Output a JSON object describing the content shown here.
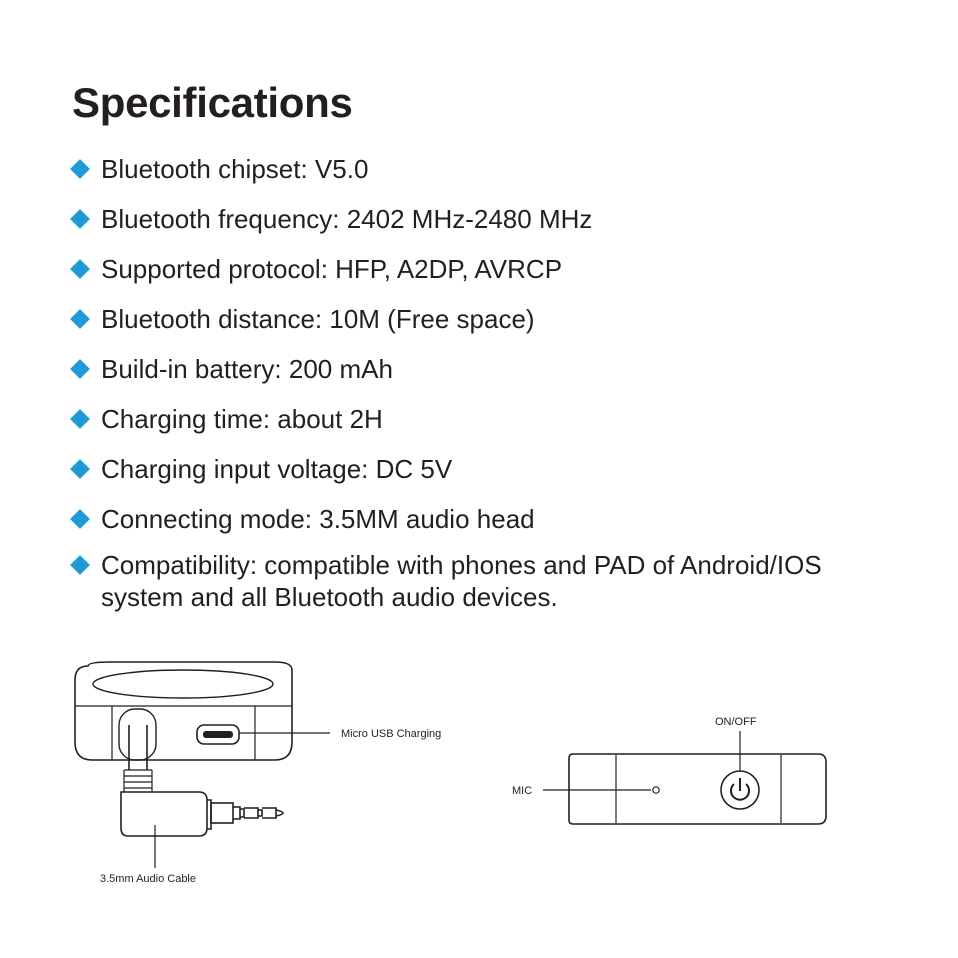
{
  "title": "Specifications",
  "specs": [
    "Bluetooth chipset: V5.0",
    "Bluetooth frequency: 2402 MHz-2480 MHz",
    "Supported protocol: HFP, A2DP, AVRCP",
    "Bluetooth distance: 10M (Free space)",
    "Build-in battery: 200 mAh",
    "Charging time: about 2H",
    "Charging input voltage: DC 5V",
    "Connecting mode: 3.5MM audio head"
  ],
  "compatibility": {
    "line1": "Compatibility: compatible with phones and PAD of Android/IOS",
    "line2": "system and all Bluetooth audio devices."
  },
  "diagram": {
    "micro_usb_label": "Micro USB Charging",
    "audio_cable_label": "3.5mm Audio Cable",
    "on_off_label": "ON/OFF",
    "mic_label": "MIC"
  },
  "colors": {
    "bullet": "#1e9ad8",
    "text": "#231f20"
  },
  "icons": {
    "bullet": "diamond-bullet-icon",
    "power": "power-icon"
  }
}
